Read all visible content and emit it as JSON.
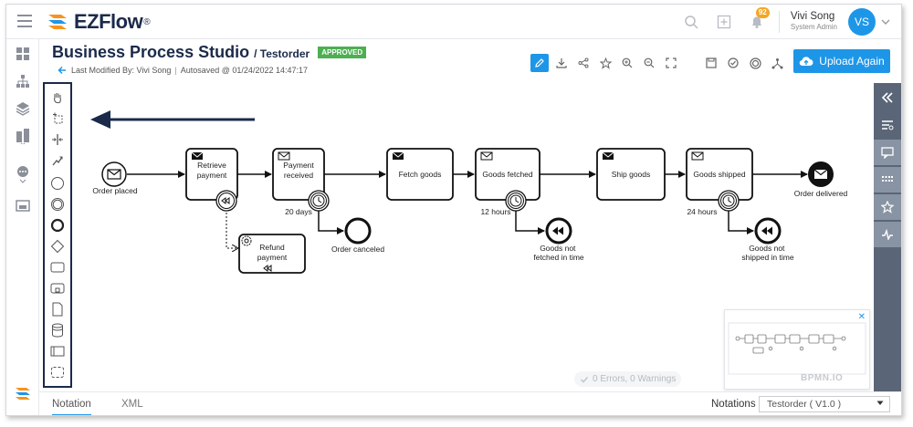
{
  "app": {
    "logo_text": "EZFlow",
    "logo_reg": "®"
  },
  "user": {
    "name": "Vivi Song",
    "role": "System Admin",
    "initials": "VS"
  },
  "notifications": {
    "count": "92"
  },
  "header": {
    "title": "Business Process Studio",
    "subtitle": "/ Testorder",
    "status": "APPROVED",
    "modified_by": "Last Modified By: Vivi Song",
    "autosaved": "Autosaved @ 01/24/2022 14:47:17"
  },
  "toolbar": {
    "upload_label": "Upload Again"
  },
  "diagram": {
    "start_event": "Order placed",
    "tasks": {
      "retrieve_payment": "Retrieve payment",
      "payment_received": "Payment received",
      "fetch_goods": "Fetch goods",
      "goods_fetched": "Goods fetched",
      "ship_goods": "Ship goods",
      "goods_shipped": "Goods shipped",
      "refund_payment": "Refund payment"
    },
    "timers": {
      "payment": "20 days",
      "fetch": "12 hours",
      "ship": "24 hours"
    },
    "end_events": {
      "order_canceled": "Order canceled",
      "goods_not_fetched_1": "Goods not",
      "goods_not_fetched_2": "fetched in time",
      "goods_not_shipped_1": "Goods not",
      "goods_not_shipped_2": "shipped in time",
      "order_delivered": "Order delivered"
    }
  },
  "status_bar": {
    "errors": "0 Errors, 0 Warnings",
    "watermark": "BPMN.IO"
  },
  "bottom": {
    "tabs": [
      "Notation",
      "XML"
    ],
    "notations_label": "Notations",
    "notations_value": "Testorder ( V1.0 )"
  },
  "colors": {
    "accent": "#1e96e8",
    "approved": "#4caf50",
    "navy": "#1b2a4a",
    "rail": "#5a6678"
  }
}
